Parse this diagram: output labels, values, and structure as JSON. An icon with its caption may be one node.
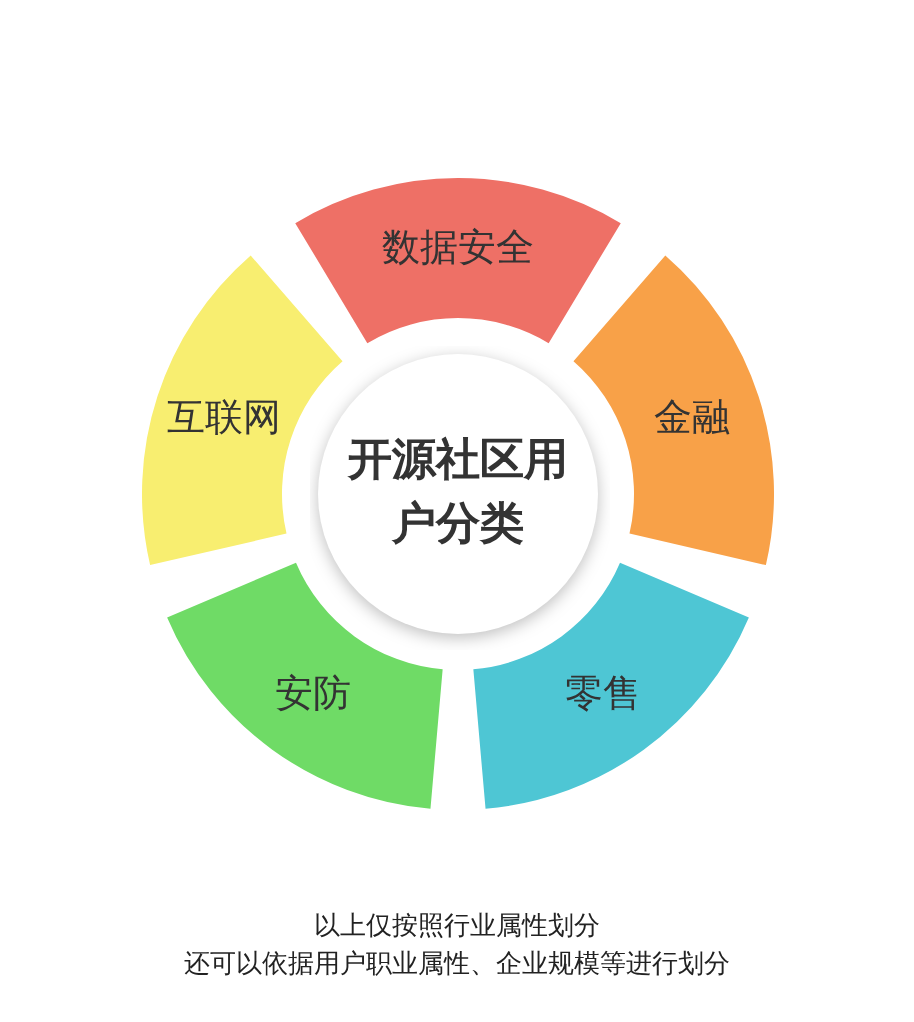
{
  "diagram": {
    "nodes": [
      {
        "text": [
          "开源社区用户分类"
        ]
      },
      {
        "text": [
          "数据安全"
        ]
      },
      {
        "text": [
          "金融"
        ]
      },
      {
        "text": [
          "零售"
        ]
      },
      {
        "text": [
          "安防"
        ]
      },
      {
        "text": [
          "互联网"
        ]
      }
    ],
    "edges": [],
    "labels": [
      "以上仅按照行业属性划分",
      "还可以依据用户职业属性、企业规模等进行划分"
    ]
  }
}
